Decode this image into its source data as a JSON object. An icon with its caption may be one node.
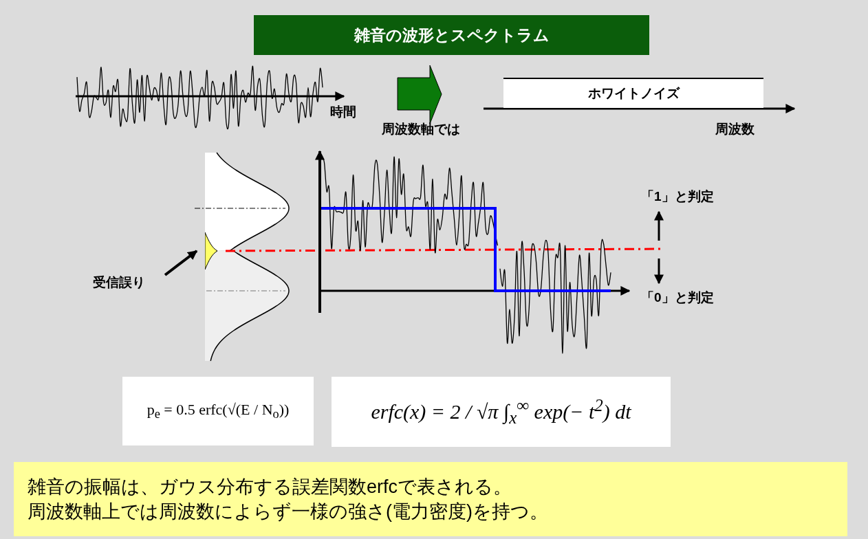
{
  "diagram": {
    "title": "雑音の波形とスペクトラム",
    "nodes": [
      {
        "text": [
          "ホワイトノイズ"
        ]
      },
      {
        "text": [
          "受信誤り"
        ]
      },
      {
        "text": [],
        "shape": "triangle"
      },
      {
        "text": [
          "p$_{e}$ = 0.5 erfc(√(E / N$_{o}$))"
        ]
      },
      {
        "text": [
          "erfc(x) = 2 / √π ∫$_{x}$$^{∞}$ exp(− t$^{2}$) dt"
        ]
      },
      {
        "text": [
          "雑音の振幅は、ガウス分布する誤差関数erfcで表される。",
          "周波数軸上では周波数によらず一様の強さ(電力密度)を持つ。"
        ]
      }
    ],
    "edges": [
      {
        "from": 1,
        "to": 2,
        "arrow": "to"
      }
    ],
    "labels": [
      "時間",
      "周波数軸では",
      "周波数",
      "「1」と判定",
      "「0」と判定"
    ]
  }
}
